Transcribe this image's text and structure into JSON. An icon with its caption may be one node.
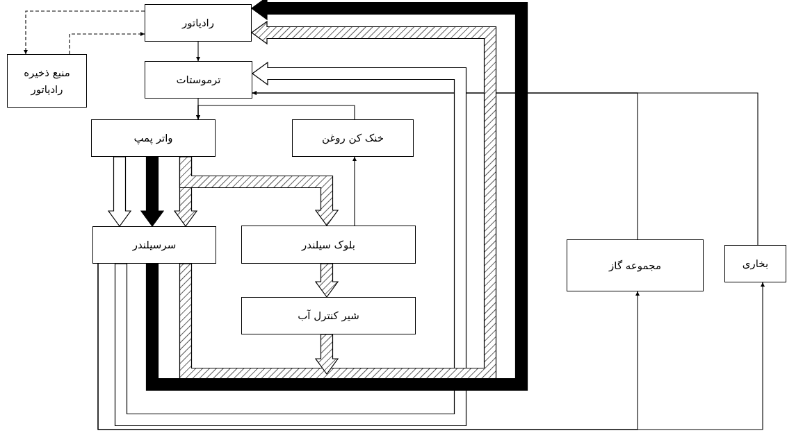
{
  "diagram": {
    "nodes": [
      {
        "text": [
          "رادیاتور"
        ]
      },
      {
        "text": [
          "منبع ذخیره رادیاتور"
        ]
      },
      {
        "text": [
          "ترموستات"
        ]
      },
      {
        "text": [
          "واتر پمپ"
        ]
      },
      {
        "text": [
          "خنک کن روغن"
        ]
      },
      {
        "text": [
          "سرسیلندر"
        ]
      },
      {
        "text": [
          "بلوک سیلندر"
        ]
      },
      {
        "text": [
          "شیر کنترل آب"
        ]
      },
      {
        "text": [
          "مجموعه گاز"
        ]
      },
      {
        "text": [
          "بخاری"
        ]
      }
    ],
    "edges": [
      {
        "from": 0,
        "to": 1,
        "arrow": "to",
        "style": "dashed"
      },
      {
        "from": 1,
        "to": 0,
        "arrow": "to",
        "style": "dashed"
      },
      {
        "from": 0,
        "to": 2,
        "arrow": "to"
      },
      {
        "from": 2,
        "to": 3,
        "arrow": "to"
      },
      {
        "from": 4,
        "to": 3,
        "arrow": "to"
      },
      {
        "from": 6,
        "to": 4,
        "arrow": "to"
      },
      {
        "from": 3,
        "to": 5,
        "arrow": "to",
        "style": "thick",
        "color": "#ffffff"
      },
      {
        "from": 3,
        "to": 5,
        "arrow": "to",
        "style": "thick",
        "color": "#000000"
      },
      {
        "from": 3,
        "to": 5,
        "arrow": "to",
        "style": "thick"
      },
      {
        "from": 3,
        "to": 6,
        "arrow": "to",
        "style": "thick"
      },
      {
        "from": 6,
        "to": 7,
        "arrow": "to",
        "style": "thick"
      },
      {
        "from": 7,
        "to": 0,
        "arrow": "to",
        "style": "thick"
      },
      {
        "from": 5,
        "to": 0,
        "arrow": "to",
        "style": "thick"
      },
      {
        "from": 5,
        "to": 0,
        "arrow": "to",
        "style": "thick",
        "color": "#000000"
      },
      {
        "from": 5,
        "to": 2,
        "arrow": "to",
        "style": "thick",
        "color": "#ffffff"
      },
      {
        "from": 5,
        "to": 8,
        "arrow": "to"
      },
      {
        "from": 5,
        "to": 9,
        "arrow": "to"
      },
      {
        "from": 8,
        "to": 2,
        "arrow": "to"
      },
      {
        "from": 9,
        "to": 2,
        "arrow": "to"
      }
    ]
  }
}
